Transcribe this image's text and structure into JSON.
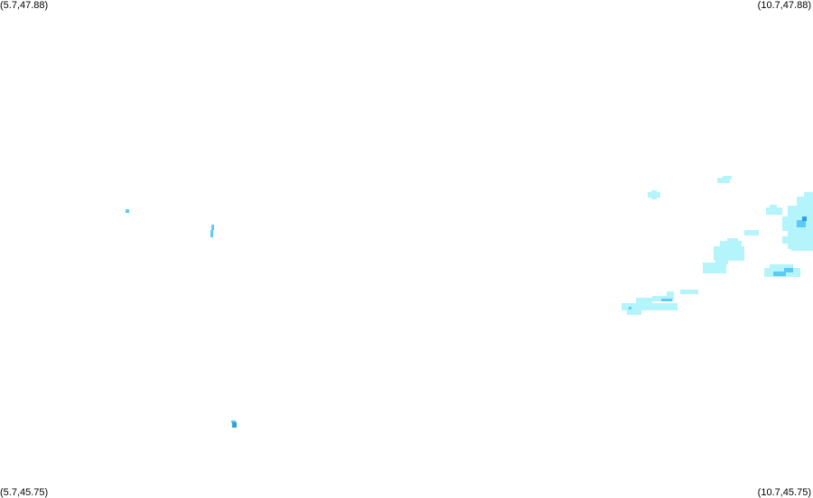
{
  "map": {
    "corners": {
      "top_left": "(5.7,47.88)",
      "top_right": "(10.7,47.88)",
      "bottom_left": "(5.7,45.75)",
      "bottom_right": "(10.7,45.75)"
    },
    "bounds": {
      "lon_min": 5.7,
      "lon_max": 10.7,
      "lat_min": 45.75,
      "lat_max": 47.88
    },
    "colors": {
      "light": "#b4f4fb",
      "medium": "#5ccaf5",
      "strong": "#2f9fe0",
      "background": "#ffffff"
    }
  }
}
